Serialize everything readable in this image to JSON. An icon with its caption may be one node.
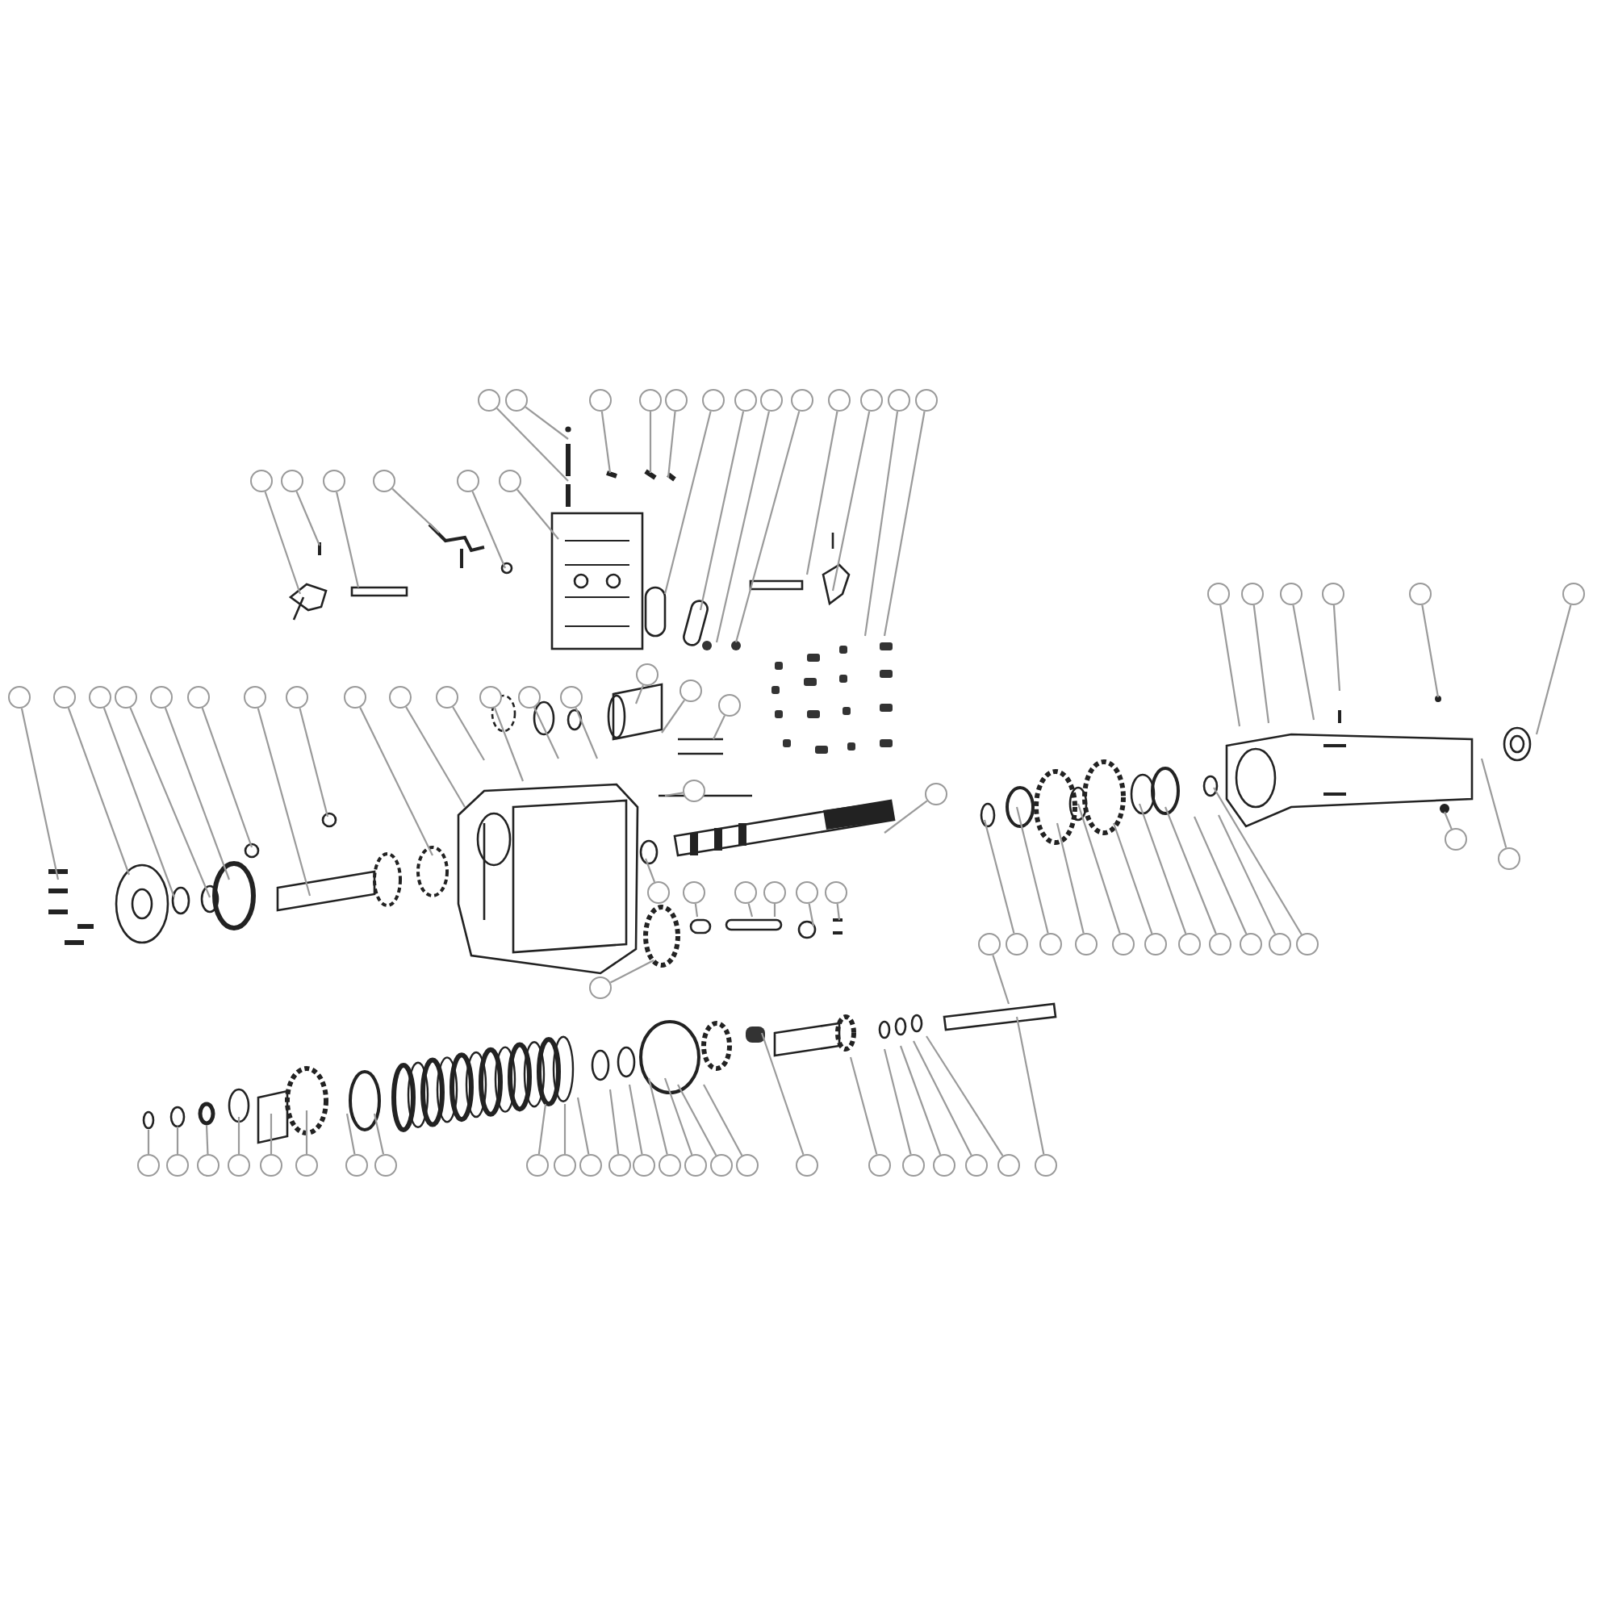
{
  "diagram": {
    "nodes": [
      {
        "text": [],
        "shape": "circle"
      },
      {
        "text": [],
        "shape": "circle"
      },
      {
        "text": [],
        "shape": "circle"
      },
      {
        "text": [],
        "shape": "circle"
      },
      {
        "text": [],
        "shape": "circle"
      },
      {
        "text": [],
        "shape": "circle"
      },
      {
        "text": [],
        "shape": "circle"
      },
      {
        "text": [],
        "shape": "circle"
      },
      {
        "text": [],
        "shape": "circle"
      },
      {
        "text": [],
        "shape": "circle"
      },
      {
        "text": [],
        "shape": "circle"
      },
      {
        "text": [],
        "shape": "circle"
      },
      {
        "text": [],
        "shape": "circle"
      },
      {
        "text": [],
        "shape": "circle"
      },
      {
        "text": [],
        "shape": "circle"
      },
      {
        "text": [],
        "shape": "circle"
      },
      {
        "text": [],
        "shape": "circle"
      },
      {
        "text": [],
        "shape": "circle"
      },
      {
        "text": [],
        "shape": "circle"
      },
      {
        "text": [],
        "shape": "circle"
      },
      {
        "text": [],
        "shape": "circle"
      },
      {
        "text": [],
        "shape": "circle"
      },
      {
        "text": [],
        "shape": "circle"
      },
      {
        "text": [],
        "shape": "circle"
      },
      {
        "text": [],
        "shape": "circle"
      },
      {
        "text": [],
        "shape": "circle"
      },
      {
        "text": [],
        "shape": "circle"
      },
      {
        "text": [],
        "shape": "circle"
      },
      {
        "text": [],
        "shape": "circle"
      },
      {
        "text": [],
        "shape": "circle"
      },
      {
        "text": [],
        "shape": "circle"
      },
      {
        "text": [],
        "shape": "circle"
      },
      {
        "text": [],
        "shape": "circle"
      },
      {
        "text": [],
        "shape": "circle"
      },
      {
        "text": [],
        "shape": "circle"
      },
      {
        "text": [],
        "shape": "circle"
      },
      {
        "text": [],
        "shape": "circle"
      },
      {
        "text": [],
        "shape": "circle"
      },
      {
        "text": [],
        "shape": "circle"
      },
      {
        "text": [],
        "shape": "circle"
      },
      {
        "text": [],
        "shape": "circle"
      },
      {
        "text": [],
        "shape": "circle"
      },
      {
        "text": [],
        "shape": "circle"
      },
      {
        "text": [],
        "shape": "circle"
      },
      {
        "text": [],
        "shape": "circle"
      },
      {
        "text": [],
        "shape": "circle"
      },
      {
        "text": [],
        "shape": "circle"
      },
      {
        "text": [],
        "shape": "circle"
      },
      {
        "text": [],
        "shape": "circle"
      },
      {
        "text": [],
        "shape": "circle"
      },
      {
        "text": [],
        "shape": "circle"
      },
      {
        "text": [],
        "shape": "circle"
      },
      {
        "text": [],
        "shape": "circle"
      },
      {
        "text": [],
        "shape": "circle"
      },
      {
        "text": [],
        "shape": "circle"
      },
      {
        "text": [],
        "shape": "circle"
      },
      {
        "text": [],
        "shape": "circle"
      },
      {
        "text": [],
        "shape": "circle"
      },
      {
        "text": [],
        "shape": "circle"
      },
      {
        "text": [],
        "shape": "circle"
      },
      {
        "text": [],
        "shape": "circle"
      },
      {
        "text": [],
        "shape": "circle"
      },
      {
        "text": [],
        "shape": "circle"
      },
      {
        "text": [],
        "shape": "circle"
      },
      {
        "text": [],
        "shape": "circle"
      },
      {
        "text": [],
        "shape": "circle"
      },
      {
        "text": [],
        "shape": "circle"
      },
      {
        "text": [],
        "shape": "circle"
      },
      {
        "text": [],
        "shape": "circle"
      },
      {
        "text": [],
        "shape": "circle"
      },
      {
        "text": [],
        "shape": "circle"
      },
      {
        "text": [],
        "shape": "circle"
      },
      {
        "text": [],
        "shape": "circle"
      },
      {
        "text": [],
        "shape": "circle"
      },
      {
        "text": [],
        "shape": "circle"
      },
      {
        "text": [],
        "shape": "circle"
      },
      {
        "text": [],
        "shape": "circle"
      },
      {
        "text": [],
        "shape": "circle"
      },
      {
        "text": [],
        "shape": "circle"
      },
      {
        "text": [],
        "shape": "circle"
      },
      {
        "text": [],
        "shape": "circle"
      },
      {
        "text": [],
        "shape": "circle"
      },
      {
        "text": [],
        "shape": "circle"
      },
      {
        "text": [],
        "shape": "circle"
      },
      {
        "text": [],
        "shape": "circle"
      },
      {
        "text": [],
        "shape": "circle"
      },
      {
        "text": [],
        "shape": "circle"
      },
      {
        "text": [],
        "shape": "circle"
      }
    ],
    "edges": [
      {
        "from": 0,
        "to": null,
        "arrow": "none"
      },
      {
        "from": 1,
        "to": null,
        "arrow": "none"
      },
      {
        "from": 2,
        "to": null,
        "arrow": "none"
      },
      {
        "from": 3,
        "to": null,
        "arrow": "none"
      },
      {
        "from": 4,
        "to": null,
        "arrow": "none"
      },
      {
        "from": 5,
        "to": null,
        "arrow": "none"
      },
      {
        "from": 6,
        "to": null,
        "arrow": "none"
      },
      {
        "from": 7,
        "to": null,
        "arrow": "none"
      },
      {
        "from": 8,
        "to": null,
        "arrow": "none"
      },
      {
        "from": 9,
        "to": null,
        "arrow": "none"
      },
      {
        "from": 10,
        "to": null,
        "arrow": "none"
      },
      {
        "from": 11,
        "to": null,
        "arrow": "none"
      },
      {
        "from": 12,
        "to": null,
        "arrow": "none"
      },
      {
        "from": 13,
        "to": null,
        "arrow": "none"
      },
      {
        "from": 14,
        "to": null,
        "arrow": "none"
      },
      {
        "from": 15,
        "to": null,
        "arrow": "none"
      },
      {
        "from": 16,
        "to": null,
        "arrow": "none"
      },
      {
        "from": 17,
        "to": null,
        "arrow": "none"
      },
      {
        "from": 18,
        "to": null,
        "arrow": "none"
      },
      {
        "from": 19,
        "to": null,
        "arrow": "none"
      },
      {
        "from": 20,
        "to": null,
        "arrow": "none"
      },
      {
        "from": 21,
        "to": null,
        "arrow": "none"
      },
      {
        "from": 22,
        "to": null,
        "arrow": "none"
      },
      {
        "from": 23,
        "to": null,
        "arrow": "none"
      },
      {
        "from": 24,
        "to": null,
        "arrow": "none"
      },
      {
        "from": 25,
        "to": null,
        "arrow": "none"
      },
      {
        "from": 26,
        "to": null,
        "arrow": "none"
      },
      {
        "from": 27,
        "to": null,
        "arrow": "none"
      },
      {
        "from": 28,
        "to": null,
        "arrow": "none"
      },
      {
        "from": 29,
        "to": null,
        "arrow": "none"
      },
      {
        "from": 30,
        "to": null,
        "arrow": "none"
      },
      {
        "from": 31,
        "to": null,
        "arrow": "none"
      },
      {
        "from": 32,
        "to": null,
        "arrow": "none"
      },
      {
        "from": 33,
        "to": null,
        "arrow": "none"
      },
      {
        "from": 34,
        "to": null,
        "arrow": "none"
      },
      {
        "from": 35,
        "to": null,
        "arrow": "none"
      },
      {
        "from": 36,
        "to": null,
        "arrow": "none"
      },
      {
        "from": 37,
        "to": null,
        "arrow": "none"
      },
      {
        "from": 38,
        "to": null,
        "arrow": "none"
      },
      {
        "from": 39,
        "to": null,
        "arrow": "none"
      },
      {
        "from": 40,
        "to": null,
        "arrow": "none"
      },
      {
        "from": 41,
        "to": null,
        "arrow": "none"
      },
      {
        "from": 42,
        "to": null,
        "arrow": "none"
      },
      {
        "from": 43,
        "to": null,
        "arrow": "none"
      },
      {
        "from": 44,
        "to": null,
        "arrow": "none"
      },
      {
        "from": 45,
        "to": null,
        "arrow": "none"
      },
      {
        "from": 46,
        "to": null,
        "arrow": "none"
      },
      {
        "from": 47,
        "to": null,
        "arrow": "none"
      },
      {
        "from": 48,
        "to": null,
        "arrow": "none"
      },
      {
        "from": 49,
        "to": null,
        "arrow": "none"
      },
      {
        "from": 50,
        "to": null,
        "arrow": "none"
      },
      {
        "from": 51,
        "to": null,
        "arrow": "none"
      },
      {
        "from": 52,
        "to": null,
        "arrow": "none"
      },
      {
        "from": 53,
        "to": null,
        "arrow": "none"
      },
      {
        "from": 54,
        "to": null,
        "arrow": "none"
      },
      {
        "from": 55,
        "to": null,
        "arrow": "none"
      },
      {
        "from": 56,
        "to": null,
        "arrow": "none"
      },
      {
        "from": 57,
        "to": null,
        "arrow": "none"
      },
      {
        "from": 58,
        "to": null,
        "arrow": "none"
      },
      {
        "from": 59,
        "to": null,
        "arrow": "none"
      },
      {
        "from": 60,
        "to": null,
        "arrow": "none"
      },
      {
        "from": 61,
        "to": null,
        "arrow": "none"
      },
      {
        "from": 62,
        "to": null,
        "arrow": "none"
      },
      {
        "from": 63,
        "to": null,
        "arrow": "none"
      },
      {
        "from": 64,
        "to": null,
        "arrow": "none"
      },
      {
        "from": 65,
        "to": null,
        "arrow": "none"
      },
      {
        "from": 66,
        "to": null,
        "arrow": "none"
      },
      {
        "from": 67,
        "to": null,
        "arrow": "none"
      },
      {
        "from": 68,
        "to": null,
        "arrow": "none"
      },
      {
        "from": 69,
        "to": null,
        "arrow": "none"
      },
      {
        "from": 70,
        "to": null,
        "arrow": "none"
      },
      {
        "from": 71,
        "to": null,
        "arrow": "none"
      },
      {
        "from": 72,
        "to": null,
        "arrow": "none"
      },
      {
        "from": 73,
        "to": null,
        "arrow": "none"
      },
      {
        "from": 74,
        "to": null,
        "arrow": "none"
      },
      {
        "from": 75,
        "to": null,
        "arrow": "none"
      },
      {
        "from": 76,
        "to": null,
        "arrow": "none"
      },
      {
        "from": 77,
        "to": null,
        "arrow": "none"
      },
      {
        "from": 78,
        "to": null,
        "arrow": "none"
      },
      {
        "from": 79,
        "to": null,
        "arrow": "none"
      },
      {
        "from": 80,
        "to": null,
        "arrow": "none"
      },
      {
        "from": 81,
        "to": null,
        "arrow": "none"
      },
      {
        "from": 82,
        "to": null,
        "arrow": "none"
      },
      {
        "from": 83,
        "to": null,
        "arrow": "none"
      },
      {
        "from": 84,
        "to": null,
        "arrow": "none"
      },
      {
        "from": 85,
        "to": null,
        "arrow": "none"
      },
      {
        "from": 86,
        "to": null,
        "arrow": "none"
      },
      {
        "from": 87,
        "to": null,
        "arrow": "none"
      }
    ]
  }
}
